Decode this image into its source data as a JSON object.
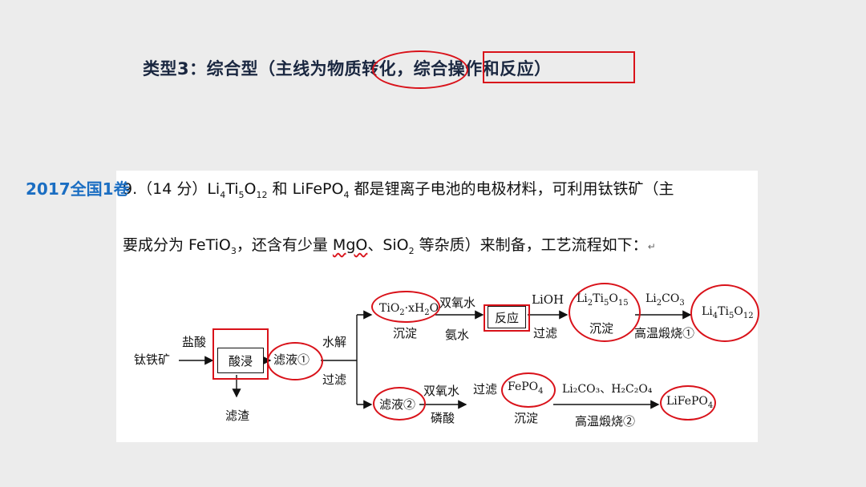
{
  "slide": {
    "title_prefix": "类型3：综合型（主线为",
    "title_circled": "物质转化",
    "title_sep": "，",
    "title_boxed": "综合操作和反应",
    "title_suffix": "）",
    "year_tag": "2017全国1卷"
  },
  "problem": {
    "line1": {
      "a": "9.（14 分）Li",
      "a_sub1": "4",
      "b": "Ti",
      "b_sub": "5",
      "c": "O",
      "c_sub": "12",
      "d": " 和 LiFePO",
      "d_sub": "4",
      "e": " 都是锂离子电池的电极材料，可利用钛铁矿（主"
    },
    "line2": {
      "a": "要成分为 FeTiO",
      "a_sub": "3",
      "b": "，还含有少量 ",
      "mgo": "MgO",
      "c": "、SiO",
      "c_sub": "2",
      "d": " 等杂质）来制备，工艺流程如下：",
      "mark": "↵"
    },
    "flow": {
      "ore": "钛铁矿",
      "hcl": "盐酸",
      "leach": "酸浸",
      "filtrate1": "滤液①",
      "residue": "滤渣",
      "hydrolysis": "水解",
      "filter_a": "过滤",
      "tio2_a": "TiO",
      "tio2_sub": "2",
      "tio2_b": "·xH",
      "tio2_sub2": "2",
      "tio2_c": "O",
      "precip_a": "沉淀",
      "h2o2_a": "双氧水",
      "ammonia": "氨水",
      "reaction": "反应",
      "lioh": "LiOH",
      "filter_b": "过滤",
      "li2_a": "Li",
      "li2_sub1": "2",
      "li2_b": "Ti",
      "li2_sub2": "5",
      "li2_c": "O",
      "li2_sub3": "15",
      "precip_b": "沉淀",
      "li2co3_a": "Li",
      "li2co3_sub1": "2",
      "li2co3_b": "CO",
      "li2co3_sub2": "3",
      "calcine1": "高温煅烧①",
      "lti_a": "Li",
      "lti_sub1": "4",
      "lti_b": "Ti",
      "lti_sub2": "5",
      "lti_c": "O",
      "lti_sub3": "12",
      "filtrate2": "滤液②",
      "h2o2_b": "双氧水",
      "phos": "磷酸",
      "filter_c": "过滤",
      "fepo_a": "FePO",
      "fepo_sub": "4",
      "precip_c": "沉淀",
      "mix": "Li₂CO₃、H₂C₂O₄",
      "calcine2": "高温煅烧②",
      "lfp_a": "LiFePO",
      "lfp_sub": "4"
    }
  },
  "colors": {
    "mark_red": "#d9121a",
    "title": "#1a2740",
    "tag": "#1b6ec2",
    "background": "#ececec"
  }
}
